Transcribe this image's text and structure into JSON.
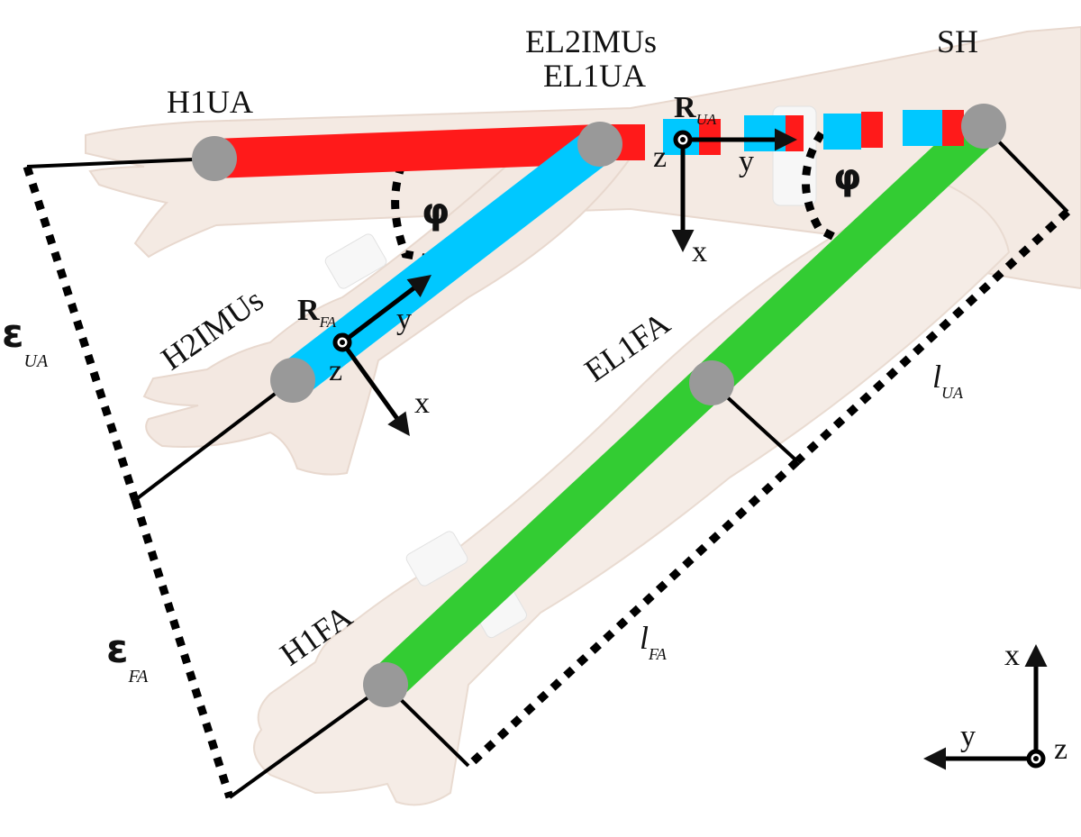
{
  "labels": {
    "h1ua": "H1UA",
    "el2imus": "EL2IMUs",
    "el1ua": "EL1UA",
    "sh": "SH",
    "h2imus": "H2IMUs",
    "el1fa": "EL1FA",
    "h1fa": "H1FA"
  },
  "symbols": {
    "phi": "φ",
    "epsilon": "ε",
    "eps_ua_sub": "UA",
    "eps_fa_sub": "FA",
    "l": "l",
    "l_ua_sub": "UA",
    "l_fa_sub": "FA",
    "R": "R",
    "R_ua_sub": "UA",
    "R_fa_sub": "FA"
  },
  "axes": {
    "x": "x",
    "y": "y",
    "z": "z"
  },
  "colors": {
    "upper_arm_segment": "#ff1a1a",
    "forearm_segment": "#00c8ff",
    "second_forearm_segment": "#33cc33",
    "joint_marker": "#999999",
    "skin": "#f3e7df",
    "imu_sensor": "#f6f6f6"
  }
}
